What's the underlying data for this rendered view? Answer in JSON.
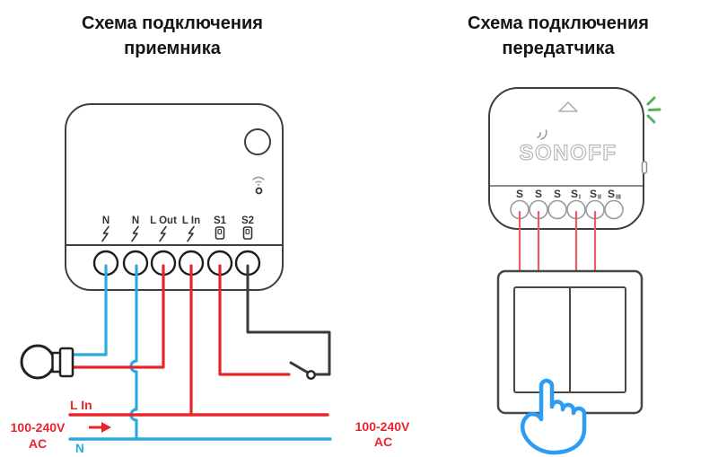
{
  "title_left": {
    "line1": "Схема подключения",
    "line2": "приемника"
  },
  "title_right": {
    "line1": "Схема подключения",
    "line2": "передатчика"
  },
  "receiver": {
    "terminal_labels": [
      "N",
      "N",
      "L Out",
      "L In",
      "S1",
      "S2"
    ],
    "l_in_label": "L In",
    "n_label": "N",
    "power_left": {
      "line1": "100-240V",
      "line2": "AC"
    },
    "power_right": {
      "line1": "100-240V",
      "line2": "AC"
    }
  },
  "transmitter": {
    "logo": "SONOFF",
    "terminals": [
      {
        "main": "S",
        "sub": ""
      },
      {
        "main": "S",
        "sub": ""
      },
      {
        "main": "S",
        "sub": ""
      },
      {
        "main": "S",
        "sub": "I"
      },
      {
        "main": "S",
        "sub": "II"
      },
      {
        "main": "S",
        "sub": "III"
      }
    ]
  },
  "colors": {
    "wire_red": "#e8252c",
    "wire_red_light": "#f15a5e",
    "wire_blue": "#29abe2",
    "wire_black": "#3a3a3a",
    "led_green": "#4fb35f",
    "hand_blue": "#2d9cf4",
    "outline_dark": "#3f3f3f",
    "label_grey": "#9a9a9a"
  }
}
